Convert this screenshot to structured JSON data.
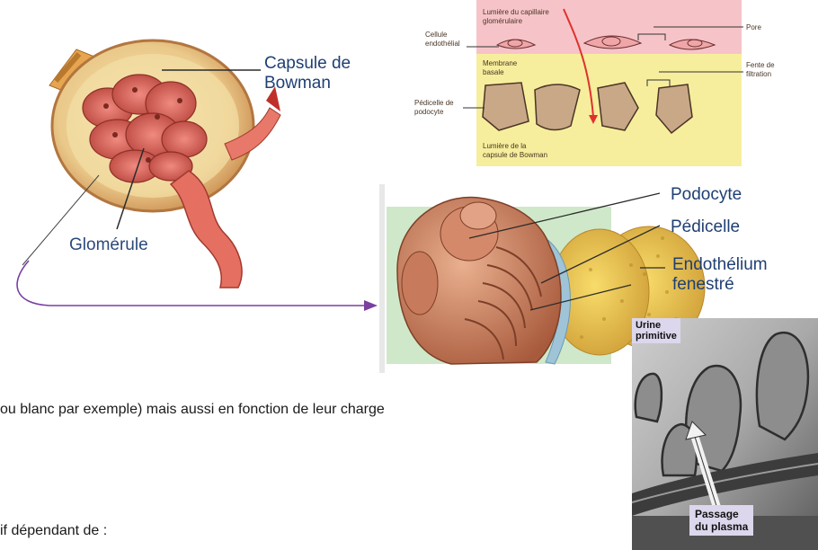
{
  "bowman_figure": {
    "capsule_label_line1": "Capsule de",
    "capsule_label_line2": "Bowman",
    "glomerule_label": "Glomérule"
  },
  "filtration_schema": {
    "lumen_capillary_line1": "Lumière du capillaire",
    "lumen_capillary_line2": "glomérulaire",
    "endothelial_cell_line1": "Cellule",
    "endothelial_cell_line2": "endothélial",
    "pore": "Pore",
    "basal_membrane_line1": "Membrane",
    "basal_membrane_line2": "basale",
    "filtration_slit_line1": "Fente de",
    "filtration_slit_line2": "filtration",
    "pedicel_line1": "Pédicelle de",
    "pedicel_line2": "podocyte",
    "lumen_capsule_line1": "Lumière de la",
    "lumen_capsule_line2": "capsule de Bowman"
  },
  "podocyte_figure": {
    "podocyte": "Podocyte",
    "pedicelle": "Pédicelle",
    "endothelium_line1": "Endothélium",
    "endothelium_line2": "fenestré"
  },
  "micrograph": {
    "urine_line1": "Urine",
    "urine_line2": "primitive",
    "passage_line1": "Passage",
    "passage_line2": "du plasma"
  },
  "body_text": {
    "line1": "ou blanc par exemple) mais aussi en fonction de leur charge",
    "line2": "if dépendant de :"
  },
  "colors": {
    "label_blue": "#1f3f73",
    "connector_purple": "#7a3fa0",
    "schema_pink": "#f6c4c8",
    "schema_yellow": "#f6ee9c",
    "arrow_red": "#e0312f"
  }
}
